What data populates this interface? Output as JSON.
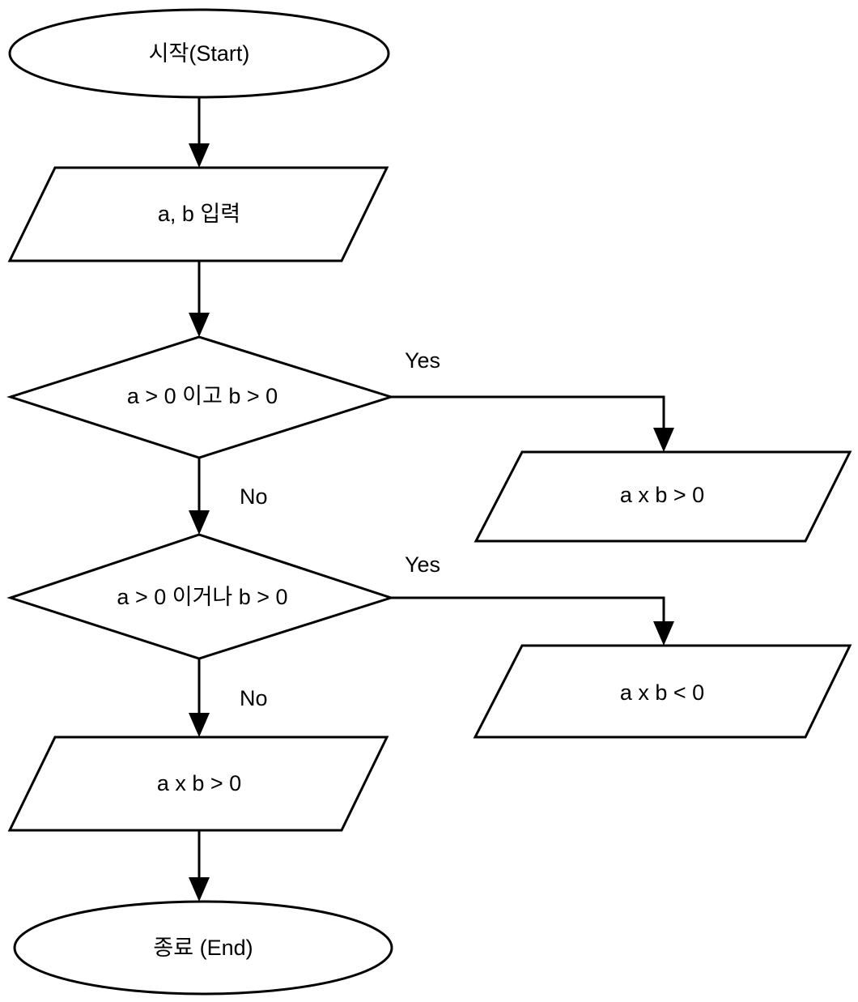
{
  "diagram": {
    "title": "flowchart",
    "type": "flowchart",
    "background_color": "#ffffff",
    "stroke_color": "#000000",
    "fill_color": "#ffffff",
    "nodes": [
      {
        "id": "start",
        "shape": "ellipse",
        "label": "시작(Start)"
      },
      {
        "id": "input",
        "shape": "parallelogram",
        "label": "a, b 입력"
      },
      {
        "id": "decision1",
        "shape": "diamond",
        "label": "a > 0 이고 b > 0"
      },
      {
        "id": "out_yes1",
        "shape": "parallelogram",
        "label": "a x b > 0"
      },
      {
        "id": "decision2",
        "shape": "diamond",
        "label": "a > 0 이거나 b > 0"
      },
      {
        "id": "out_yes2",
        "shape": "parallelogram",
        "label": "a x b < 0"
      },
      {
        "id": "out_no2",
        "shape": "parallelogram",
        "label": "a x b > 0"
      },
      {
        "id": "end",
        "shape": "ellipse",
        "label": "종료 (End)"
      }
    ],
    "edges": [
      {
        "id": "e1",
        "from": "start",
        "to": "input",
        "label": ""
      },
      {
        "id": "e2",
        "from": "input",
        "to": "decision1",
        "label": ""
      },
      {
        "id": "e3",
        "from": "decision1",
        "to": "out_yes1",
        "label": "Yes"
      },
      {
        "id": "e4",
        "from": "decision1",
        "to": "decision2",
        "label": "No"
      },
      {
        "id": "e5",
        "from": "decision2",
        "to": "out_yes2",
        "label": "Yes"
      },
      {
        "id": "e6",
        "from": "decision2",
        "to": "out_no2",
        "label": "No"
      },
      {
        "id": "e7",
        "from": "out_no2",
        "to": "end",
        "label": ""
      }
    ]
  }
}
